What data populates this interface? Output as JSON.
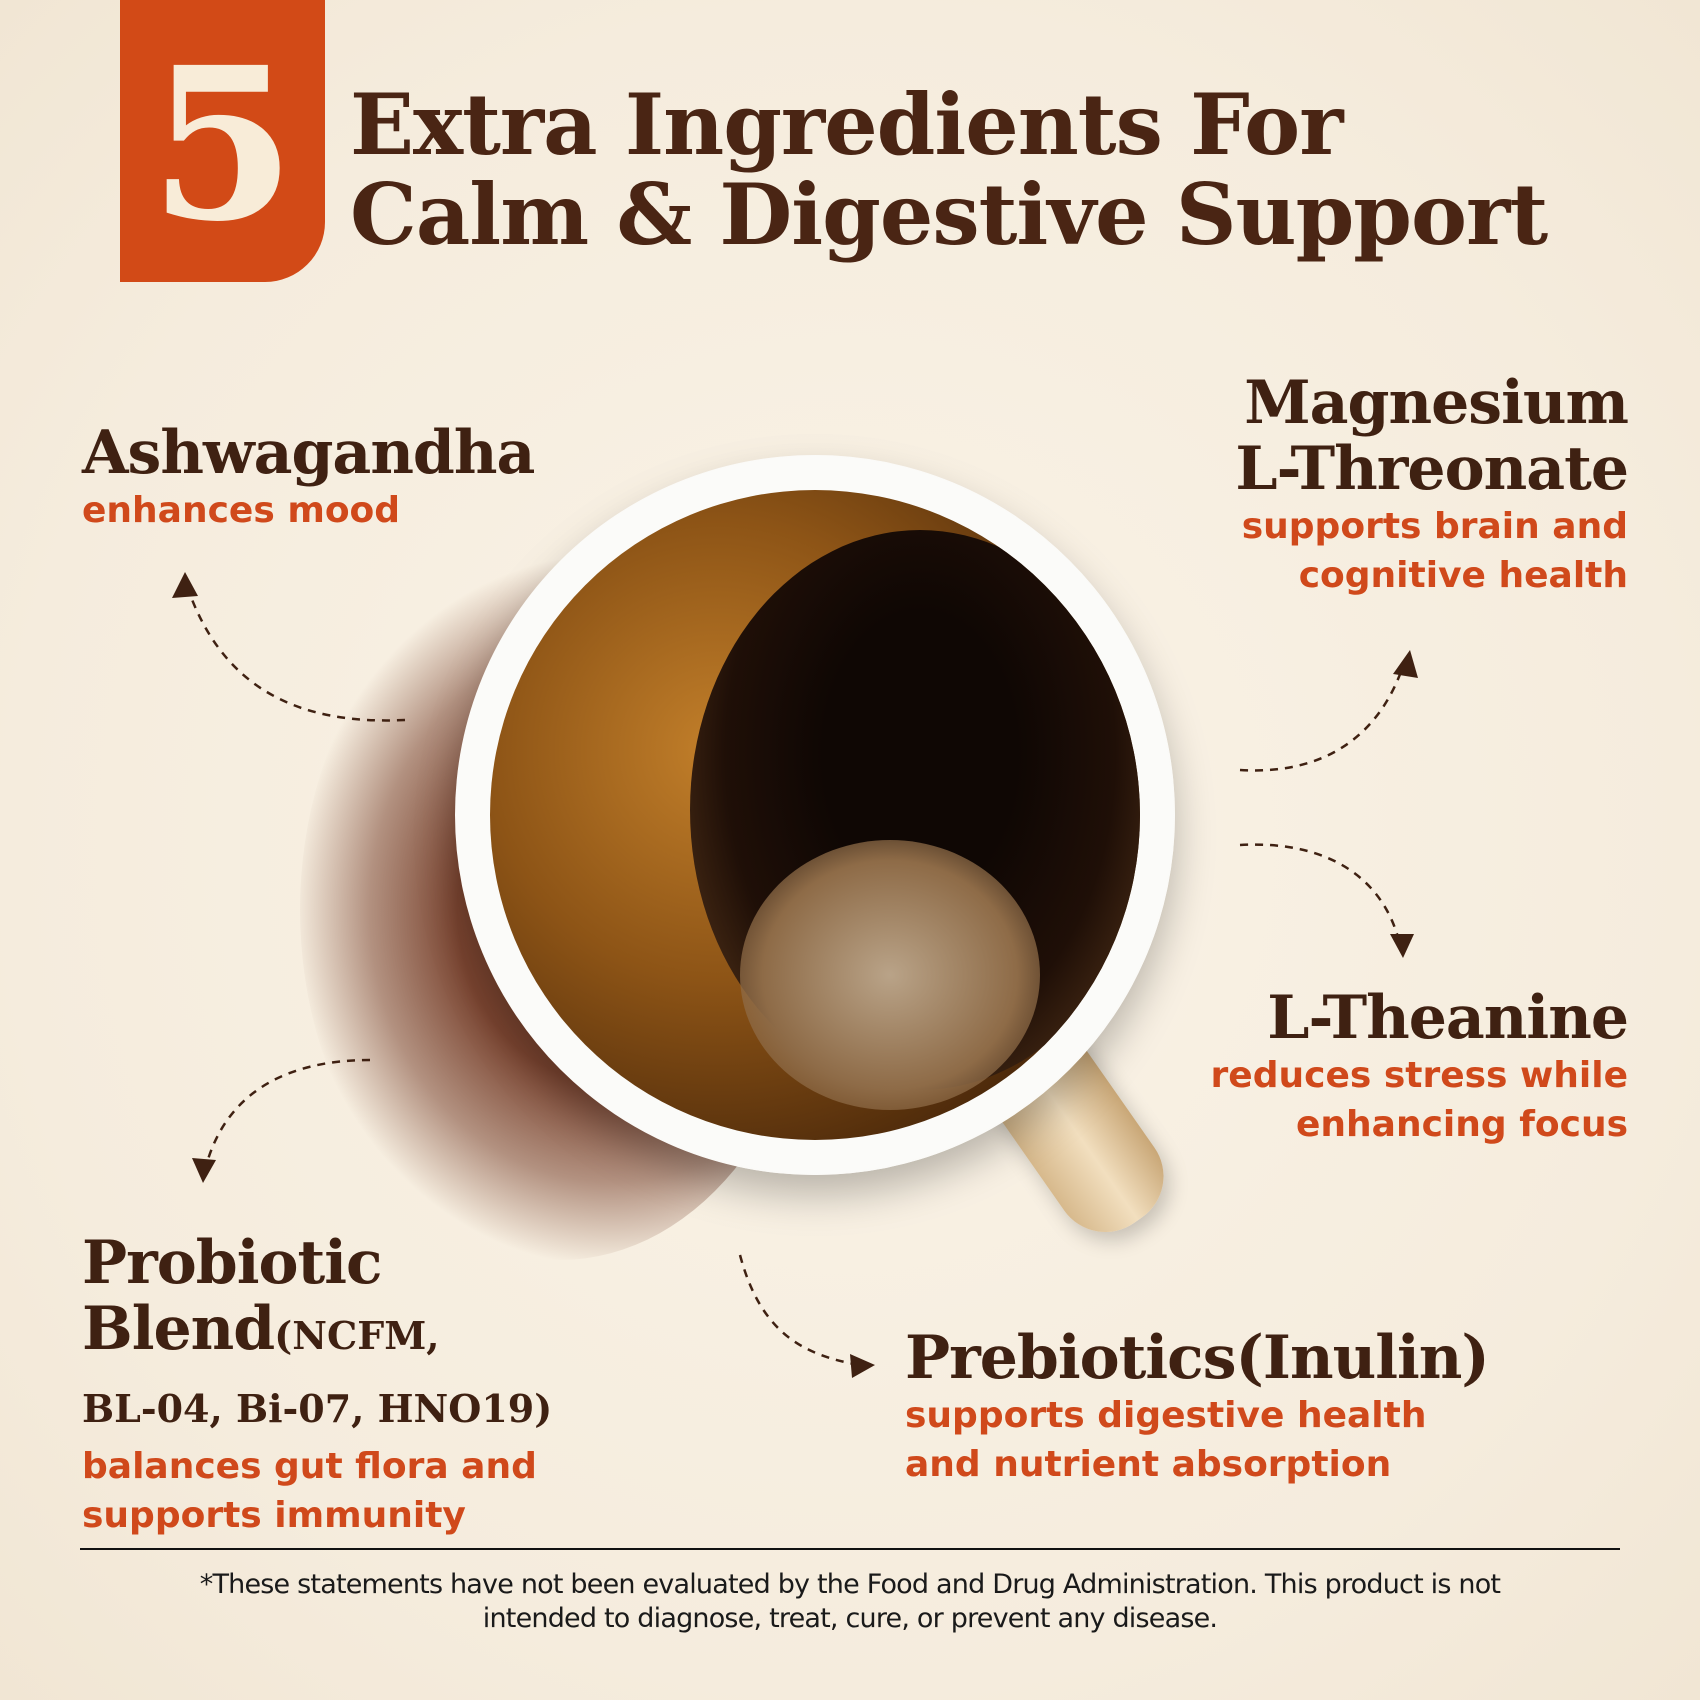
{
  "header": {
    "number": "5",
    "title_line1": "Extra Ingredients For",
    "title_line2": "Calm & Digestive Support"
  },
  "ingredients": [
    {
      "name": "Ashwagandha",
      "desc_line1": "enhances mood"
    },
    {
      "name_line1": "Magnesium",
      "name_line2": "L-Threonate",
      "desc_line1": "supports brain and",
      "desc_line2": "cognitive health"
    },
    {
      "name": "L-Theanine",
      "desc_line1": "reduces stress while",
      "desc_line2": "enhancing focus"
    },
    {
      "name_line1": "Probiotic",
      "name_line2": "Blend",
      "name_line2_small": "(NCFM,",
      "name_line3": "BL-04, Bi-07, HNO19)",
      "desc_line1": "balances gut flora and",
      "desc_line2": "supports immunity"
    },
    {
      "name": "Prebiotics(Inulin)",
      "desc_line1": "supports digestive health",
      "desc_line2": "and nutrient absorption"
    }
  ],
  "footer": {
    "disclaimer_line1": "*These statements have not been evaluated by the Food and Drug Administration. This product is not",
    "disclaimer_line2": "intended to diagnose, treat, cure, or prevent any disease."
  },
  "colors": {
    "accent": "#d24a17",
    "heading": "#3f2112",
    "background": "#f7efe2"
  }
}
